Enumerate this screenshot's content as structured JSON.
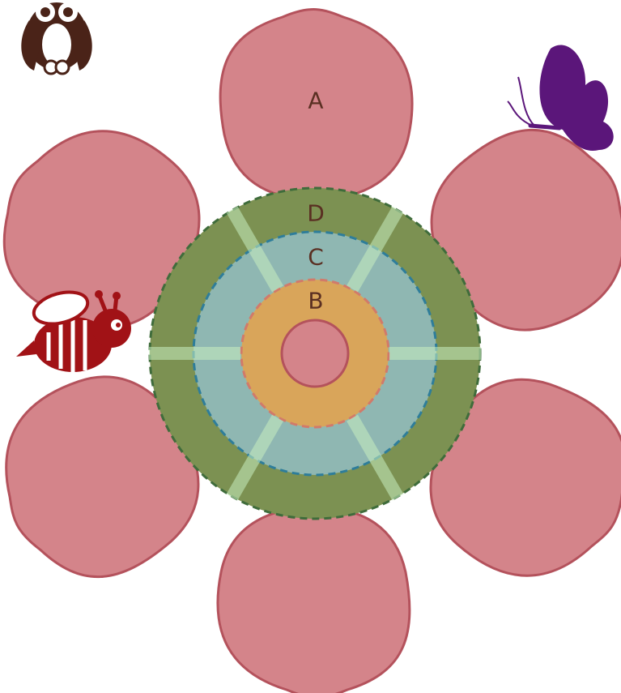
{
  "diagram": {
    "labels": {
      "a": "A",
      "b": "B",
      "c": "C",
      "d": "D"
    },
    "colors": {
      "petal_fill": "#d4848a",
      "petal_stroke": "#b4525c",
      "zone_d_fill": "#7c9152",
      "zone_d_stroke": "#3f6c3b",
      "zone_c_fill": "#8fb7b2",
      "zone_c_stroke": "#2e7d9a",
      "zone_b_fill": "#d9a55a",
      "zone_b_stroke": "#d17a6a",
      "center_fill": "#d4848a",
      "center_stroke": "#b4525c",
      "owl": "#4a2318",
      "butterfly": "#5b167a",
      "bee": "#a11216"
    },
    "icons": [
      "owl-icon",
      "butterfly-icon",
      "bee-icon"
    ]
  }
}
